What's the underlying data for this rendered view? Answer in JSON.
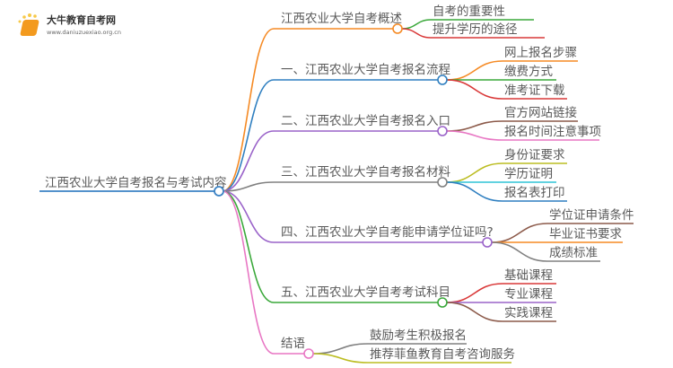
{
  "logo": {
    "title": "大牛教育自考网",
    "url": "www.daniuzuexiao.org.cn"
  },
  "root": {
    "label": "江西农业大学自考报名与考试内容",
    "color": "#3b82c4"
  },
  "branches": [
    {
      "label": "江西农业大学自考概述",
      "color": "#f58a24",
      "children": [
        {
          "label": "自考的重要性",
          "color": "#3aa83a"
        },
        {
          "label": "提升学历的途径",
          "color": "#d93838"
        }
      ]
    },
    {
      "label": "一、江西农业大学自考报名流程",
      "color": "#2f7fc0",
      "children": [
        {
          "label": "网上报名步骤",
          "color": "#f58a24"
        },
        {
          "label": "缴费方式",
          "color": "#3aa83a"
        },
        {
          "label": "准考证下载",
          "color": "#d93838"
        }
      ]
    },
    {
      "label": "二、江西农业大学自考报名入口",
      "color": "#9a63c9",
      "children": [
        {
          "label": "官方网站链接",
          "color": "#8c5a4a"
        },
        {
          "label": "报名时间注意事项",
          "color": "#e877c4"
        }
      ]
    },
    {
      "label": "三、江西农业大学自考报名材料",
      "color": "#808080",
      "children": [
        {
          "label": "身份证要求",
          "color": "#bcbd22"
        },
        {
          "label": "学历证明",
          "color": "#2fc4d6"
        },
        {
          "label": "报名表打印",
          "color": "#2f7fc0"
        }
      ]
    },
    {
      "label": "四、江西农业大学自考能申请学位证吗?",
      "color": "#9a63c9",
      "children": [
        {
          "label": "学位证申请条件",
          "color": "#8c5a4a"
        },
        {
          "label": "毕业证书要求",
          "color": "#f58a24"
        },
        {
          "label": "成绩标准",
          "color": "#808080"
        }
      ]
    },
    {
      "label": "五、江西农业大学自考考试科目",
      "color": "#3aa83a",
      "children": [
        {
          "label": "基础课程",
          "color": "#d93838"
        },
        {
          "label": "专业课程",
          "color": "#9a63c9"
        },
        {
          "label": "实践课程",
          "color": "#8c5a4a"
        }
      ]
    },
    {
      "label": "结语",
      "color": "#e877c4",
      "children": [
        {
          "label": "鼓励考生积极报名",
          "color": "#808080"
        },
        {
          "label": "推荐菲鱼教育自考咨询服务",
          "color": "#bcbd22"
        }
      ]
    }
  ]
}
